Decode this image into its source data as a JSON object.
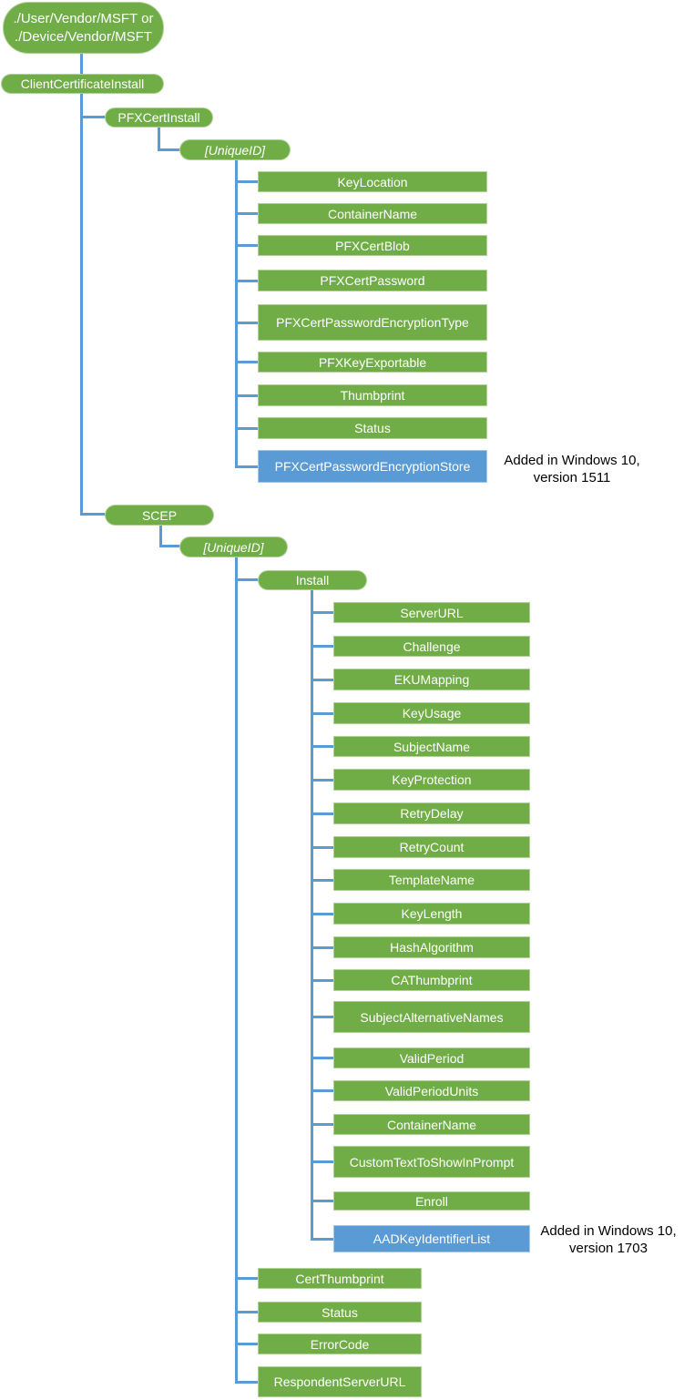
{
  "colors": {
    "node_green": "#70AD47",
    "node_blue": "#5B9BD5",
    "connector_blue": "#5B9BD5",
    "node_text": "#FFFFFF",
    "annotation_text": "#000000"
  },
  "root": {
    "line1": "./User/Vendor/MSFT or",
    "line2": "./Device/Vendor/MSFT"
  },
  "nodes": {
    "client_certificate_install": "ClientCertificateInstall",
    "pfx_cert_install": "PFXCertInstall",
    "pfx_unique_id": "[UniqueID]",
    "scep": "SCEP",
    "scep_unique_id": "[UniqueID]",
    "install": "Install"
  },
  "pfx_children": [
    {
      "label": "KeyLocation"
    },
    {
      "label": "ContainerName"
    },
    {
      "label": "PFXCertBlob"
    },
    {
      "label": "PFXCertPassword"
    },
    {
      "label": "PFXCertPasswordEncryptionType"
    },
    {
      "label": "PFXKeyExportable"
    },
    {
      "label": "Thumbprint"
    },
    {
      "label": "Status"
    },
    {
      "label": "PFXCertPasswordEncryptionStore",
      "highlight": true
    }
  ],
  "install_children": [
    {
      "label": "ServerURL"
    },
    {
      "label": "Challenge"
    },
    {
      "label": "EKUMapping"
    },
    {
      "label": "KeyUsage"
    },
    {
      "label": "SubjectName"
    },
    {
      "label": "KeyProtection"
    },
    {
      "label": "RetryDelay"
    },
    {
      "label": "RetryCount"
    },
    {
      "label": "TemplateName"
    },
    {
      "label": "KeyLength"
    },
    {
      "label": "HashAlgorithm"
    },
    {
      "label": "CAThumbprint"
    },
    {
      "label": "SubjectAlternativeNames"
    },
    {
      "label": "ValidPeriod"
    },
    {
      "label": "ValidPeriodUnits"
    },
    {
      "label": "ContainerName"
    },
    {
      "label": "CustomTextToShowInPrompt"
    },
    {
      "label": "Enroll"
    },
    {
      "label": "AADKeyIdentifierList",
      "highlight": true
    }
  ],
  "scep_children": [
    {
      "label": "CertThumbprint"
    },
    {
      "label": "Status"
    },
    {
      "label": "ErrorCode"
    },
    {
      "label": "RespondentServerURL"
    }
  ],
  "annotations": {
    "pfx": {
      "line1": "Added in Windows 10,",
      "line2": "version 1511"
    },
    "scep": {
      "line1": "Added in Windows 10,",
      "line2": "version 1703"
    }
  }
}
